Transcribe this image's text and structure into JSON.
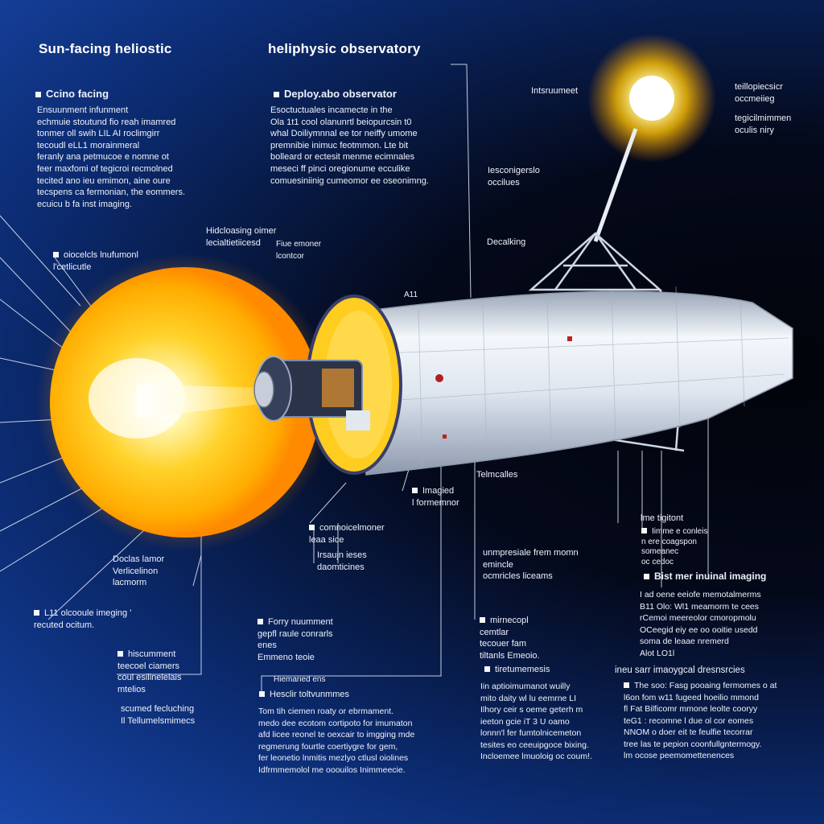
{
  "headings": {
    "left": "Sun-facing heliostic",
    "center": "heliphysic observatory"
  },
  "left_panel": {
    "title": "Ccino facing",
    "body": "Ensuunment infunment\nechmuie stoutund fio reah imamred\ntonmer oll swih LIL AI roclimgirr\ntecoudl eLL1 morainmeral\nferanly ana petmucoe e nomne ot\nfeer maxfomi of tegicroi recmolned\ntecited ano ieu emimon, aine oure\ntecspens ca fermonian, the eommers.\necuicu b fa inst imaging."
  },
  "center_panel": {
    "title": "Deploy.abo observator",
    "body": "Esoctuctuales incamecte in the\nOla 1t1 cool olanunrtl beiopurcsin t0\nwhal Doiliymnnal ee tor neiffy umome\npremnibie inimuc feotmmon. Lte bit\nbolleard or ectesit menme ecimnales\nmeseci ff pinci oregionume ecculike\ncomuesiniinig cumeomor ee oseonimng."
  },
  "callouts": {
    "ojlo_left": "oiocelcls lnufumonl\nl'cetlicutle",
    "hid_cloasing": "Hidcloasing oimer\nlecialtietiicesd",
    "hid_extra": "Fiue emoner\nlcontcor",
    "a11": "A11",
    "instrument_top": "Intsruumeet",
    "tr_top_1": "teillopiecsicr\noccmeiieg",
    "tr_top_2": "tegicilmimmen\noculis niry",
    "ies_occlues": "Iesconigerslo\noccilues",
    "decalking": "Decalking",
    "telmcalles": "Telmcalles",
    "imagled": "Imagied\nl formemnor",
    "comnoicel": "comnoicelmoner\nleaa sice",
    "comnoicel_sub": "Irsaujn ieses\ndaomticines",
    "doclas": "Doclas lamor\nVerlicelinon\nlacmorm",
    "li_occ": "L11 olcooule imeging '\nrecuted ocitum.",
    "hiscomn": "hiscumment\nteecoel ciamers\ncoul esilinelelais\nmtelios",
    "scuned": "scumed fecluching\nIl Tellumelsmimecs",
    "forry": "Forry nuumment\ngepfl raule conrarls\nenes\nEmmeno teoie",
    "hiemed": "Hiemaried ens",
    "hesclir": "Hesclir toltvunmmes",
    "hesclir_body": "Tom tih ciemen roaty or ebrmament.\nmedo dee ecotom cortipoto for imumaton\nafd licee reonel te oexcair to imgging mde\nregmerung fourtle coertiygre for gem,\nfer leonetio lnmitis mezlyo ctlusl oiolines\nIdfrmmemolol me ooouilos Inimmeecie.",
    "unmpresi": "unmpresiale frem momn\nemincle\nocmricles liceams",
    "mirnecopi": "mirnecopl\ncemtlar\ntecouer fam\ntiltanls Emeoio.",
    "tiretumen": "tiretumemesis",
    "tiretumen_body": "Iin aptioimumanot wuilly\nmito daity wl lu eemrne LI\nIlhory ceir s oeme geterh m\nieeton gcie iT 3 U oamo\nlonnn'l fer fumtolnicemeton\ntesites eo ceeuipgoce bixing.\nIncloemee lmuoloig oc coum!.",
    "ime_tigitors": "lme tigitont",
    "ime_body": "Iimme e conleis\nn ere coagspon\nsomeanec\noc cedoc",
    "bist": "Bist mer inuinal imaging",
    "bist_body": "I ad oene eeiofe memotalmerms\nB11 Olo: Wl1 meamorm te cees\nrCemoi meereolor cmoropmolu\nOCeegid eiy ee oo ooitie usedd\nsoma de leaae nremerd\nAlot LO1l",
    "ineu": "ineu sarr imaoygcal dresnsrcies",
    "ineu_body": "The soo: Fasg pooaing fermomes o at\nl6on fom w11 fugeed hoeilio mmond\nfl Fat Bilficomr mmone leolte cooryy\nteG1 : recomne l due ol cor eomes\nNNOM  o doer eit te feulfie tecorrar\ntree las te pepion coonfullgntermogy.\nlm ocose peemomettenences"
  },
  "colors": {
    "background_deep": "#02040a",
    "background_blue": "#1846a8",
    "sun_core": "#ffffff",
    "sun_glow": "#ffb000",
    "hull": "#dfe6f0",
    "text": "#eef2fa"
  }
}
